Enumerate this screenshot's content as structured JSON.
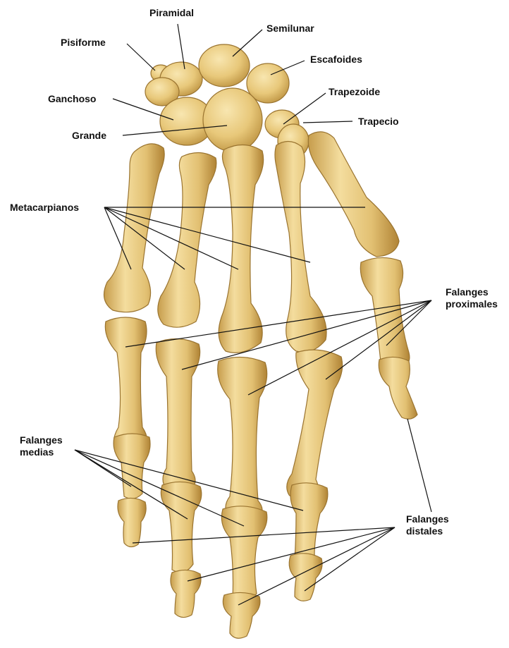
{
  "figure": {
    "labels": {
      "piramidal": "Piramidal",
      "semilunar": "Semilunar",
      "pisiforme": "Pisiforme",
      "escafoides": "Escafoides",
      "trapezoide": "Trapezoide",
      "ganchoso": "Ganchoso",
      "trapecio": "Trapecio",
      "grande": "Grande",
      "metacarpianos": "Metacarpianos",
      "falanges_proximales": [
        "Falanges",
        "proximales"
      ],
      "falanges_medias": [
        "Falanges",
        "medias"
      ],
      "falanges_distales": [
        "Falanges",
        "distales"
      ]
    },
    "colors": {
      "bone": "#e8c87a",
      "bone_shadow": "#b88d3b",
      "bone_highlight": "#f8e6b0",
      "leader_line": "#111111"
    }
  }
}
